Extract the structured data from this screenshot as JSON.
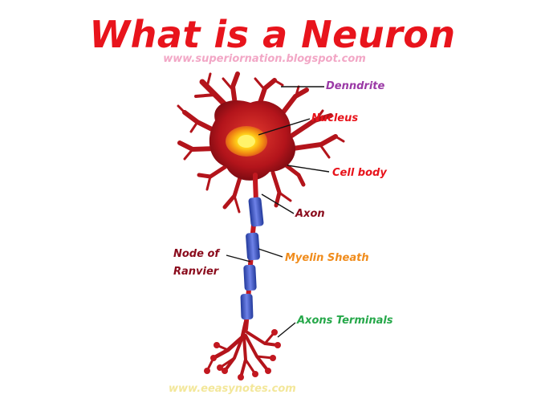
{
  "title": "What is a Neuron",
  "source_url_top": "www.superiornation.blogspot.com",
  "source_url_bottom": "www.eeasynotes.com",
  "labels": {
    "dendrite": "Denndrite",
    "nucleus": "Nucleus",
    "cell_body": "Cell body",
    "axon": "Axon",
    "node_of_ranvier_line1": "Node of",
    "node_of_ranvier_line2": "Ranvier",
    "myelin_sheath": "Myelin Sheath",
    "axon_terminals": "Axons Terminals"
  },
  "colors": {
    "title": "#e8141c",
    "dendrite_label": "#9b3aa6",
    "nucleus_label": "#e8141c",
    "cell_body_label": "#e8141c",
    "axon_label": "#8a0b1c",
    "node_label": "#8a0b1c",
    "myelin_label": "#f08c1c",
    "terminals_label": "#26a84a",
    "url_top": "#f2a7c6",
    "url_bottom": "#f3e79a",
    "neuron_body": "#b3141b",
    "myelin": "#3c52c4",
    "nucleus_core": "#ffd21a"
  }
}
